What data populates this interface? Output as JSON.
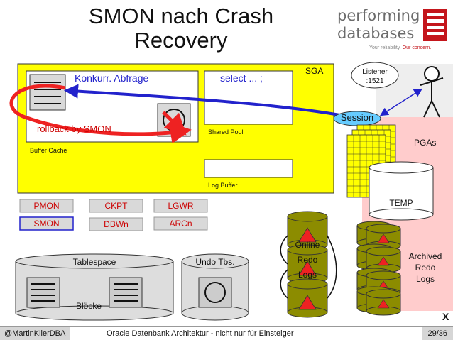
{
  "slide": {
    "title_line1": "SMON nach Crash",
    "title_line2": "Recovery"
  },
  "logo": {
    "word1": "performing",
    "word2": "databases",
    "tagline_plain": "Your reliability. ",
    "tagline_accent": "Our concern."
  },
  "sga": {
    "label": "SGA",
    "buffer_cache_label": "Buffer Cache",
    "query_label": "Konkurr. Abfrage",
    "rollback_label": "rollback by SMON",
    "select_label": "select ... ;",
    "shared_pool_label": "Shared Pool",
    "log_buffer_label": "Log Buffer"
  },
  "listener": {
    "line1": "Listener",
    "line2": ":1521"
  },
  "session_label": "Session",
  "pgas_label": "PGAs",
  "temp_label": "TEMP",
  "processes": {
    "pmon": "PMON",
    "ckpt": "CKPT",
    "lgwr": "LGWR",
    "smon": "SMON",
    "dbwn": "DBWn",
    "arcn": "ARCn"
  },
  "tablespace": {
    "label": "Tablespace",
    "blocks_label": "Blöcke"
  },
  "undo_label": "Undo Tbs.",
  "online_redo": {
    "line1": "Online",
    "line2": "Redo",
    "line3": "Logs"
  },
  "archived_redo": {
    "line1": "Archived",
    "line2": "Redo",
    "line3": "Logs"
  },
  "close_label": "X",
  "footer": {
    "author": "@MartinKlierDBA",
    "subtitle": "Oracle Datenbank Architektur - nicht nur für Einsteiger",
    "page": "29/36"
  },
  "colors": {
    "sga_fill": "#ffff00",
    "process_fill": "#d9d9d9",
    "process_text": "#cc0000",
    "red_accent": "#ee2222",
    "blue_arrow": "#2222cc",
    "olive_disk": "#8c8c00",
    "pink_panel": "#ffcccc"
  }
}
